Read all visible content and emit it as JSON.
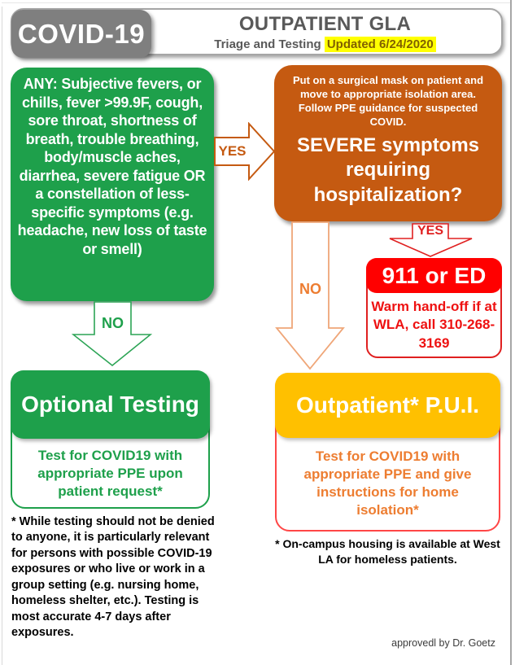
{
  "header": {
    "badge": "COVID-19",
    "title": "OUTPATIENT GLA",
    "subtitle": "Triage and Testing",
    "updated": "Updated 6/24/2020"
  },
  "flow": {
    "symptoms": "ANY: Subjective fevers, or chills, fever >99.9F, cough, sore throat, shortness of breath, trouble breathing, body/muscle aches, diarrhea, severe fatigue OR a constellation of less-specific symptoms (e.g. headache, new loss of taste or smell)",
    "yes_to_severe": "YES",
    "severe_instruction": "Put on a surgical mask on patient and move to appropriate isolation area. Follow PPE guidance for suspected COVID.",
    "severe_question": "SEVERE symptoms requiring hospitalization?",
    "yes_to_emergency": "YES",
    "no_to_pui": "NO",
    "no_to_testing": "NO",
    "emergency_title": "911 or ED",
    "emergency_body": "Warm hand-off if at WLA, call 310-268-3169",
    "testing_title": "Optional Testing",
    "testing_body": "Test for COVID19 with appropriate PPE upon patient request*",
    "pui_title": "Outpatient* P.U.I.",
    "pui_body": "Test for COVID19 with appropriate PPE and give instructions for home isolation*"
  },
  "notes": {
    "testing_note": "* While testing should not be denied to anyone, it is particularly relevant for persons with possible COVID-19 exposures or who live or work in a group setting (e.g. nursing home, homeless shelter, etc.). Testing is most accurate 4-7 days after exposures.",
    "housing_note": "* On-campus housing is available at West LA for homeless patients.",
    "approval": "approvedl by Dr. Goetz"
  },
  "colors": {
    "green": "#1EA04B",
    "burnt_orange": "#C55A11",
    "amber": "#FFC000",
    "red": "#FF0000",
    "badge_gray": "#7F7F7F",
    "header_text_gray": "#595959",
    "highlight_yellow": "#FFFF00",
    "highlight_text": "#806000",
    "orange_accent": "#ED7D31"
  }
}
